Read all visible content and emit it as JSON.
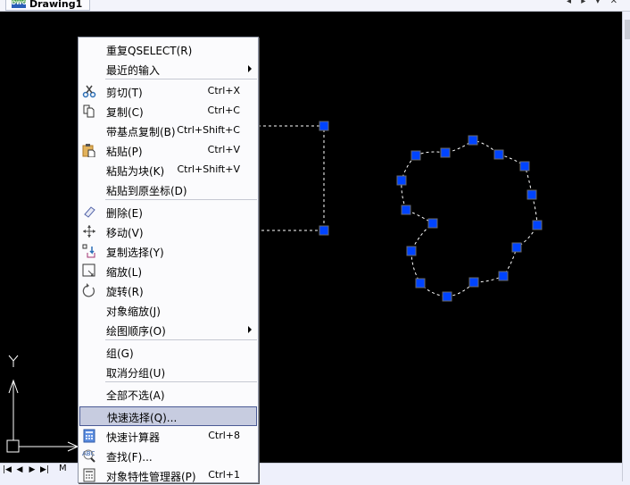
{
  "tab": {
    "title": "Drawing1",
    "icon": "dwg-file-icon",
    "icon_text": "DWG"
  },
  "window_controls": {
    "label": "◂ ▸ ▾ ✕"
  },
  "layout_nav": {
    "buttons": [
      "first-icon",
      "prev-icon",
      "next-icon",
      "last-icon"
    ],
    "glyphs": [
      "|◀",
      "◀",
      "▶",
      "▶|"
    ],
    "tab_label": "M"
  },
  "ucs": {
    "y_label": "Y"
  },
  "colors": {
    "canvas": "#000000",
    "grip": "#0044ff",
    "grip_border": "#6a6a6a",
    "highlight": "#c7cce0"
  },
  "selection": {
    "rectangle_grips": [
      [
        363,
        141
      ],
      [
        363,
        258
      ]
    ],
    "spline_grips": [
      [
        466,
        174
      ],
      [
        499,
        171
      ],
      [
        530,
        157
      ],
      [
        559,
        173
      ],
      [
        588,
        186
      ],
      [
        596,
        218
      ],
      [
        602,
        252
      ],
      [
        579,
        277
      ],
      [
        564,
        309
      ],
      [
        531,
        316
      ],
      [
        501,
        332
      ],
      [
        471,
        317
      ],
      [
        461,
        281
      ],
      [
        485,
        250
      ],
      [
        455,
        235
      ],
      [
        450,
        202
      ]
    ]
  },
  "context_menu": {
    "items": [
      {
        "label": "重复QSELECT(R)",
        "shortcut": "",
        "icon": "",
        "submenu": false
      },
      {
        "label": "最近的输入",
        "shortcut": "",
        "icon": "",
        "submenu": true
      },
      {
        "label": "剪切(T)",
        "shortcut": "Ctrl+X",
        "icon": "scissors-icon",
        "submenu": false
      },
      {
        "label": "复制(C)",
        "shortcut": "Ctrl+C",
        "icon": "copy-icon",
        "submenu": false
      },
      {
        "label": "带基点复制(B)",
        "shortcut": "Ctrl+Shift+C",
        "icon": "",
        "submenu": false
      },
      {
        "label": "粘贴(P)",
        "shortcut": "Ctrl+V",
        "icon": "paste-icon",
        "submenu": false
      },
      {
        "label": "粘贴为块(K)",
        "shortcut": "Ctrl+Shift+V",
        "icon": "",
        "submenu": false
      },
      {
        "label": "粘贴到原坐标(D)",
        "shortcut": "",
        "icon": "",
        "submenu": false
      },
      {
        "label": "删除(E)",
        "shortcut": "",
        "icon": "eraser-icon",
        "submenu": false
      },
      {
        "label": "移动(V)",
        "shortcut": "",
        "icon": "move-icon",
        "submenu": false
      },
      {
        "label": "复制选择(Y)",
        "shortcut": "",
        "icon": "copy-selection-icon",
        "submenu": false
      },
      {
        "label": "缩放(L)",
        "shortcut": "",
        "icon": "scale-icon",
        "submenu": false
      },
      {
        "label": "旋转(R)",
        "shortcut": "",
        "icon": "rotate-icon",
        "submenu": false
      },
      {
        "label": "对象缩放(J)",
        "shortcut": "",
        "icon": "",
        "submenu": false
      },
      {
        "label": "绘图顺序(O)",
        "shortcut": "",
        "icon": "",
        "submenu": true
      },
      {
        "label": "组(G)",
        "shortcut": "",
        "icon": "",
        "submenu": false
      },
      {
        "label": "取消分组(U)",
        "shortcut": "",
        "icon": "",
        "submenu": false
      },
      {
        "label": "全部不选(A)",
        "shortcut": "",
        "icon": "",
        "submenu": false
      },
      {
        "label": "快速选择(Q)...",
        "shortcut": "",
        "icon": "",
        "submenu": false,
        "highlighted": true
      },
      {
        "label": "快速计算器",
        "shortcut": "Ctrl+8",
        "icon": "calculator-icon",
        "submenu": false
      },
      {
        "label": "查找(F)...",
        "shortcut": "",
        "icon": "find-abc-icon",
        "submenu": false
      },
      {
        "label": "对象特性管理器(P)",
        "shortcut": "Ctrl+1",
        "icon": "properties-icon",
        "submenu": false
      }
    ]
  }
}
